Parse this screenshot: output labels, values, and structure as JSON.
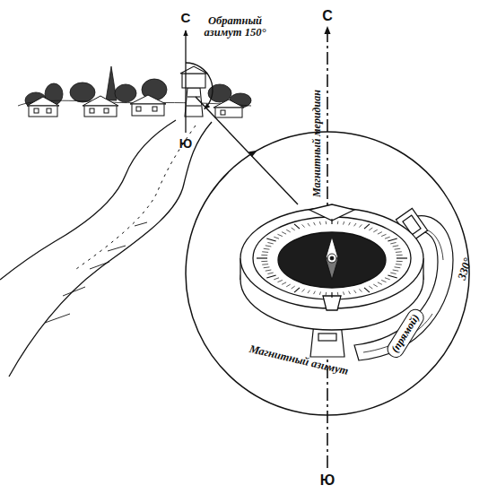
{
  "diagram": {
    "nodes": [
      {
        "text": [
          "(прямой)"
        ]
      }
    ],
    "labels": [
      "С",
      "Обратный азимут 150°",
      "Ю",
      "С",
      "Магнитный меридиан",
      "330°",
      "Магнитный азимут",
      "Ю"
    ]
  }
}
